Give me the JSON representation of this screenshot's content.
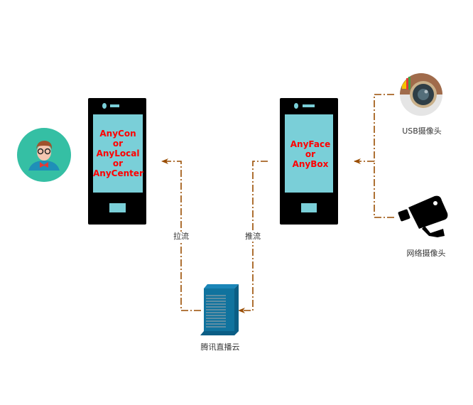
{
  "left_device": {
    "lines": [
      "AnyCon",
      "or",
      "AnyLocal",
      "or",
      "AnyCenter"
    ]
  },
  "right_device": {
    "lines": [
      "AnyFace",
      "or",
      "AnyBox"
    ]
  },
  "edges": {
    "pull": "拉流",
    "push": "推流"
  },
  "nodes": {
    "usb_camera": "USB摄像头",
    "network_camera": "网络摄像头",
    "cloud": "腾讯直播云"
  },
  "colors": {
    "connector": "#994C00",
    "screen": "#7ACFD8",
    "device": "#000000",
    "text": "#FF0000",
    "avatar_bg": "#35BFA4",
    "server": "#10739E"
  }
}
